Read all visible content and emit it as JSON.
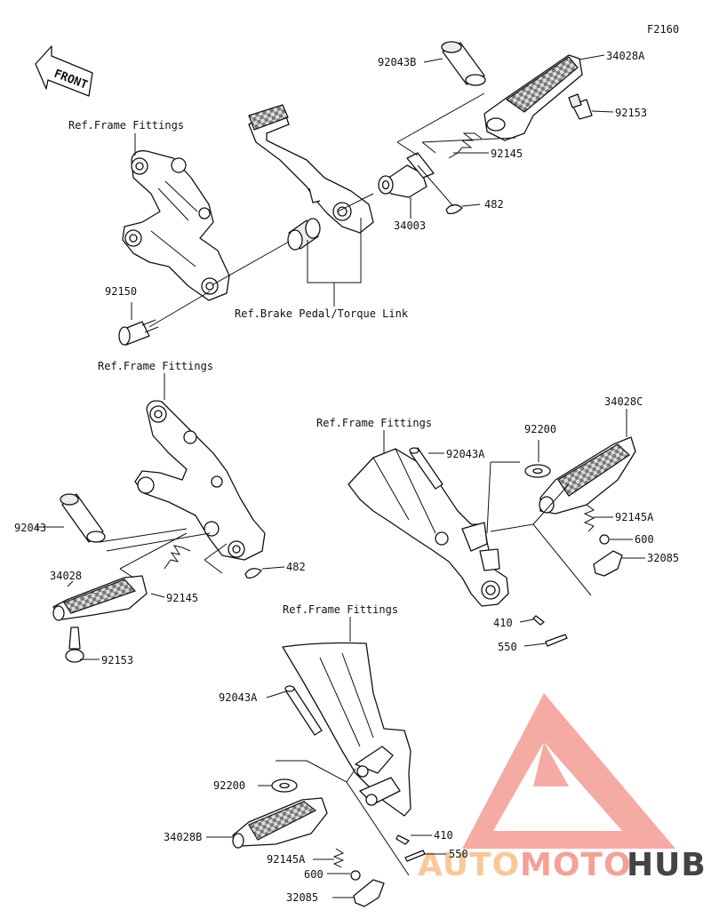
{
  "figure_code": "F2160",
  "front_label": "FRONT",
  "refs": {
    "frame_1": "Ref.Frame Fittings",
    "frame_2": "Ref.Frame Fittings",
    "frame_3": "Ref.Frame Fittings",
    "frame_4": "Ref.Frame Fittings",
    "brake": "Ref.Brake Pedal/Torque Link"
  },
  "callouts": {
    "p92043B": "92043B",
    "p34028A": "34028A",
    "p92153_top": "92153",
    "p92145_top": "92145",
    "p482_top": "482",
    "p34003": "34003",
    "p92150": "92150",
    "p92043": "92043",
    "p34028": "34028",
    "p92145_mid": "92145",
    "p482_mid": "482",
    "p92153_mid": "92153",
    "p92043A_right": "92043A",
    "p92200_right": "92200",
    "p34028C": "34028C",
    "p92145A_right": "92145A",
    "p600_right": "600",
    "p32085_right": "32085",
    "p410_right": "410",
    "p550_right": "550",
    "p92043A_bot": "92043A",
    "p92200_bot": "92200",
    "p34028B": "34028B",
    "p92145A_bot": "92145A",
    "p600_bot": "600",
    "p32085_bot": "32085",
    "p410_bot": "410",
    "p550_bot": "550"
  },
  "watermark": {
    "word_part1": "AUTO",
    "word_part2": "MOTO",
    "word_part3": "HUB",
    "color_primary": "#f4a19a",
    "color_accent": "#f7c99a",
    "color_dark": "#444444"
  }
}
